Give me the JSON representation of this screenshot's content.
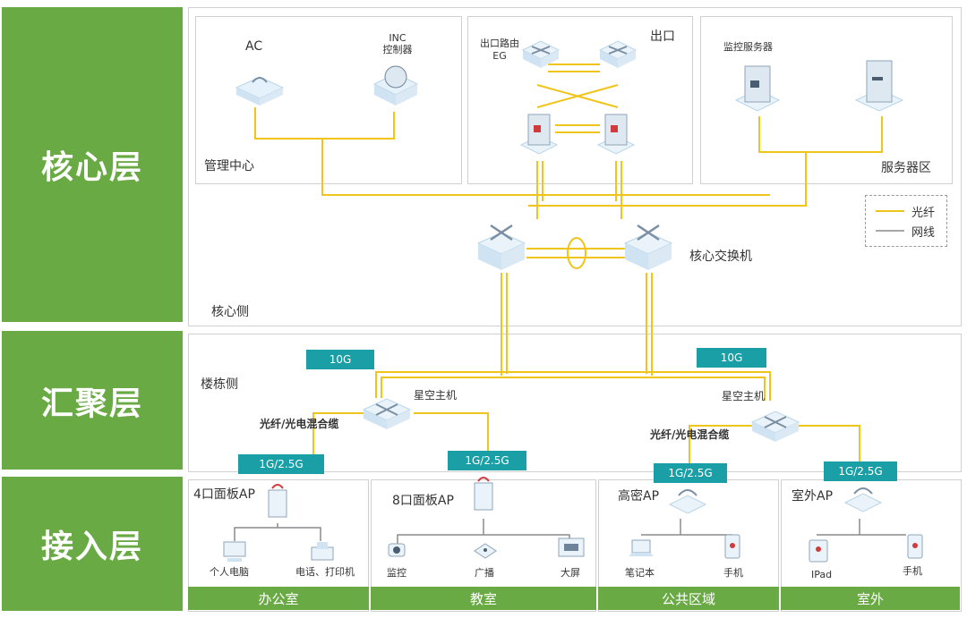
{
  "layers": {
    "core": "核心层",
    "aggregation": "汇聚层",
    "access": "接入层"
  },
  "core": {
    "mgmt_center": {
      "title": "管理中心",
      "ac_label": "AC",
      "inc_label_line1": "INC",
      "inc_label_line2": "控制器"
    },
    "egress": {
      "title": "出口",
      "router_label_line1": "出口路由",
      "router_label_line2": "EG"
    },
    "server_zone": {
      "title": "服务器区",
      "monitor_server_label": "监控服务器"
    },
    "core_switch_label": "核心交换机",
    "core_side_label": "核心侧"
  },
  "legend": {
    "fiber": "光纤",
    "ethernet": "网线"
  },
  "aggregation": {
    "building_side_label": "楼栋侧",
    "left_host_label": "星空主机",
    "right_host_label": "星空主机",
    "uplink_left": "10G",
    "uplink_right": "10G",
    "cable_left": "光纤/光电混合缆",
    "cable_right": "光纤/光电混合缆"
  },
  "access": {
    "zones": [
      {
        "ap_label": "4口面板AP",
        "speed": "1G/2.5G",
        "footer": "办公室",
        "devices": [
          "个人电脑",
          "电话、打印机"
        ]
      },
      {
        "ap_label": "8口面板AP",
        "speed": "1G/2.5G",
        "footer": "教室",
        "devices": [
          "监控",
          "广播",
          "大屏"
        ]
      },
      {
        "ap_label": "高密AP",
        "speed": "1G/2.5G",
        "footer": "公共区域",
        "devices": [
          "笔记本",
          "手机"
        ]
      },
      {
        "ap_label": "室外AP",
        "speed": "1G/2.5G",
        "footer": "室外",
        "devices": [
          "IPad",
          "手机"
        ]
      }
    ]
  },
  "colors": {
    "layer_green": "#6aaa45",
    "speed_teal": "#1a9fa6",
    "fiber_yellow": "#f0c419",
    "ethernet_gray": "#8c8c8c"
  }
}
